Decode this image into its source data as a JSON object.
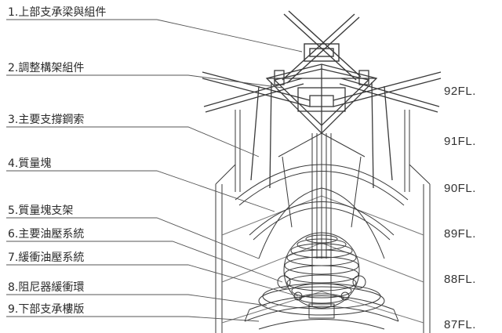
{
  "labels": [
    "1.上部支承梁與組件",
    "2.調整構架組件",
    "3.主要支撐鋼索",
    "4.質量塊",
    "5.質量塊支架",
    "6.主要油壓系統",
    "7.緩衝油壓系統",
    "8.阻尼器緩衝環",
    "9.下部支承樓版"
  ],
  "floors": [
    "92FL.",
    "91FL.",
    "90FL.",
    "89FL.",
    "88FL.",
    "87FL."
  ],
  "colors": {
    "line": "#3a3a3a",
    "text": "#2a2a2a",
    "background": "#ffffff"
  }
}
